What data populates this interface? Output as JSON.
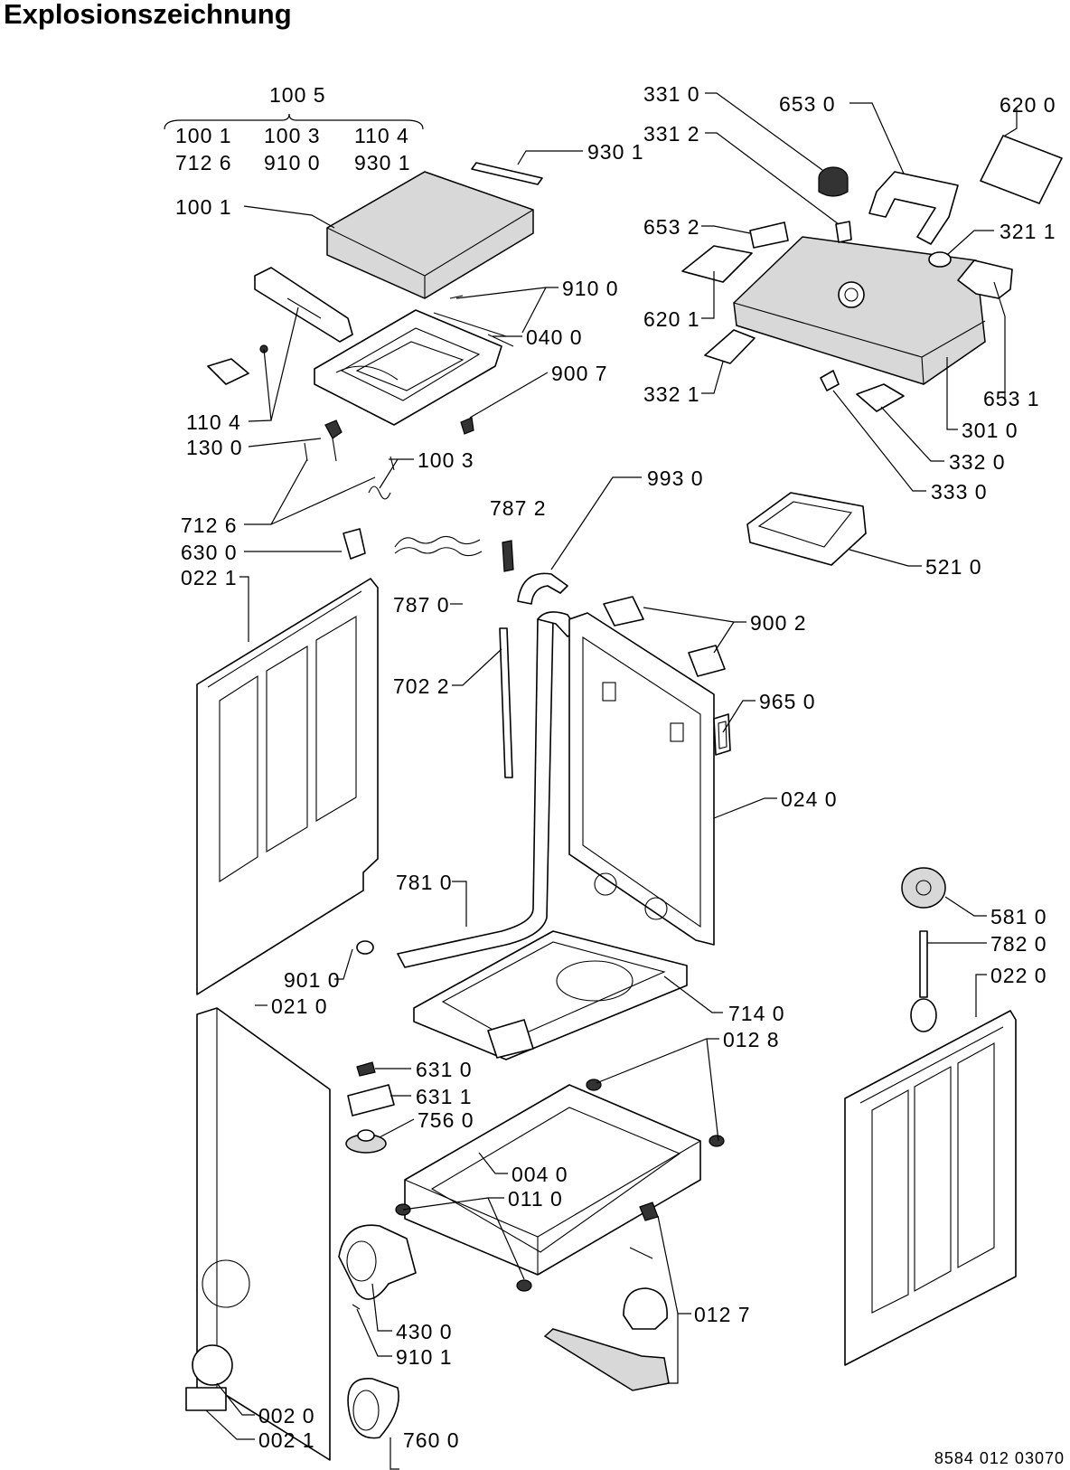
{
  "title": "Explosionszeichnung",
  "document_number": "8584 012 03070",
  "group_label": "100 5",
  "group_items": [
    "100 1",
    "100 3",
    "110 4",
    "712 6",
    "910 0",
    "930 1"
  ],
  "callouts": [
    {
      "id": "930-1",
      "text": "930 1"
    },
    {
      "id": "100-1",
      "text": "100 1"
    },
    {
      "id": "910-0",
      "text": "910 0"
    },
    {
      "id": "040-0",
      "text": "040 0"
    },
    {
      "id": "900-7",
      "text": "900 7"
    },
    {
      "id": "110-4",
      "text": "110 4"
    },
    {
      "id": "130-0",
      "text": "130 0"
    },
    {
      "id": "100-3",
      "text": "100 3"
    },
    {
      "id": "712-6",
      "text": "712 6"
    },
    {
      "id": "630-0",
      "text": "630 0"
    },
    {
      "id": "022-1",
      "text": "022 1"
    },
    {
      "id": "787-2",
      "text": "787 2"
    },
    {
      "id": "787-0",
      "text": "787 0"
    },
    {
      "id": "702-2",
      "text": "702 2"
    },
    {
      "id": "781-0",
      "text": "781 0"
    },
    {
      "id": "901-0",
      "text": "901 0"
    },
    {
      "id": "021-0",
      "text": "021 0"
    },
    {
      "id": "631-0",
      "text": "631 0"
    },
    {
      "id": "631-1",
      "text": "631 1"
    },
    {
      "id": "756-0",
      "text": "756 0"
    },
    {
      "id": "004-0",
      "text": "004 0"
    },
    {
      "id": "011-0",
      "text": "011 0"
    },
    {
      "id": "430-0",
      "text": "430 0"
    },
    {
      "id": "910-1",
      "text": "910 1"
    },
    {
      "id": "002-0",
      "text": "002 0"
    },
    {
      "id": "002-1",
      "text": "002 1"
    },
    {
      "id": "760-0",
      "text": "760 0"
    },
    {
      "id": "331-0",
      "text": "331 0"
    },
    {
      "id": "331-2",
      "text": "331 2"
    },
    {
      "id": "653-0",
      "text": "653 0"
    },
    {
      "id": "620-0",
      "text": "620 0"
    },
    {
      "id": "653-2",
      "text": "653 2"
    },
    {
      "id": "321-1",
      "text": "321 1"
    },
    {
      "id": "620-1",
      "text": "620 1"
    },
    {
      "id": "332-1",
      "text": "332 1"
    },
    {
      "id": "653-1",
      "text": "653 1"
    },
    {
      "id": "301-0",
      "text": "301 0"
    },
    {
      "id": "332-0",
      "text": "332 0"
    },
    {
      "id": "333-0",
      "text": "333 0"
    },
    {
      "id": "993-0",
      "text": "993 0"
    },
    {
      "id": "521-0",
      "text": "521 0"
    },
    {
      "id": "900-2",
      "text": "900 2"
    },
    {
      "id": "965-0",
      "text": "965 0"
    },
    {
      "id": "024-0",
      "text": "024 0"
    },
    {
      "id": "581-0",
      "text": "581 0"
    },
    {
      "id": "782-0",
      "text": "782 0"
    },
    {
      "id": "022-0",
      "text": "022 0"
    },
    {
      "id": "714-0",
      "text": "714 0"
    },
    {
      "id": "012-8",
      "text": "012 8"
    },
    {
      "id": "012-7",
      "text": "012 7"
    }
  ]
}
